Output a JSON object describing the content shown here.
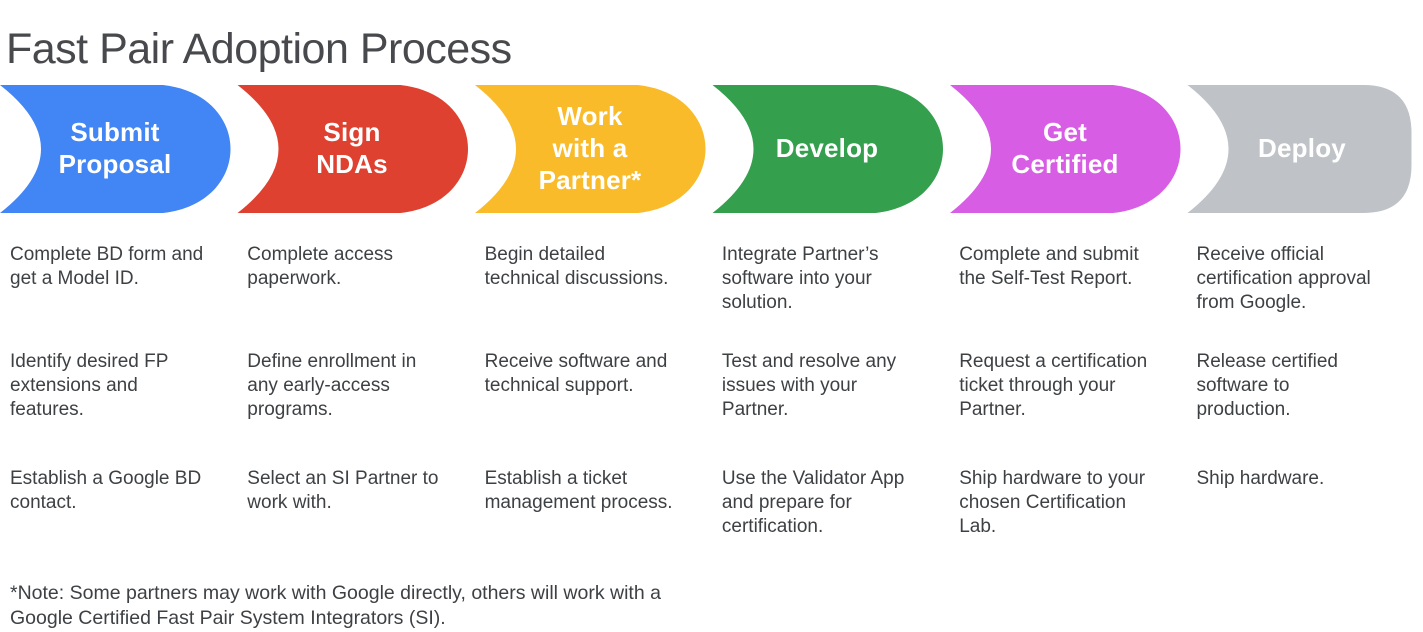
{
  "header": {
    "title": "Fast Pair Adoption Process"
  },
  "steps": [
    {
      "label": "Submit\nProposal",
      "color": "#4285f4",
      "items": [
        "Complete BD form and\nget a Model ID.",
        "Identify desired FP\nextensions and\nfeatures.",
        "Establish a Google BD\ncontact."
      ]
    },
    {
      "label": "Sign\nNDAs",
      "color": "#df4130",
      "items": [
        "Complete access\npaperwork.",
        "Define enrollment in\nany early-access\nprograms.",
        "Select an SI Partner to\nwork with."
      ]
    },
    {
      "label": "Work\nwith a\nPartner*",
      "color": "#f9bb29",
      "items": [
        "Begin detailed\ntechnical discussions.",
        "Receive software and\ntechnical support.",
        "Establish a ticket\nmanagement process."
      ]
    },
    {
      "label": "Develop",
      "color": "#34a04d",
      "items": [
        "Integrate Partner’s\nsoftware into your\nsolution.",
        "Test and resolve any\nissues with your\nPartner.",
        "Use the Validator App\nand prepare for\ncertification."
      ]
    },
    {
      "label": "Get\nCertified",
      "color": "#d75ee4",
      "items": [
        "Complete and submit\nthe Self-Test Report.",
        "Request a certification\nticket through your\nPartner.",
        "Ship hardware to your\nchosen Certification\nLab."
      ]
    },
    {
      "label": "Deploy",
      "color": "#bfc3c7",
      "items": [
        "Receive official\ncertification approval\nfrom Google.",
        "Release certified\nsoftware to\nproduction.",
        "Ship hardware."
      ]
    }
  ],
  "note": "*Note: Some partners may work with Google directly, others will work with a\nGoogle Certified Fast Pair System Integrators (SI)."
}
